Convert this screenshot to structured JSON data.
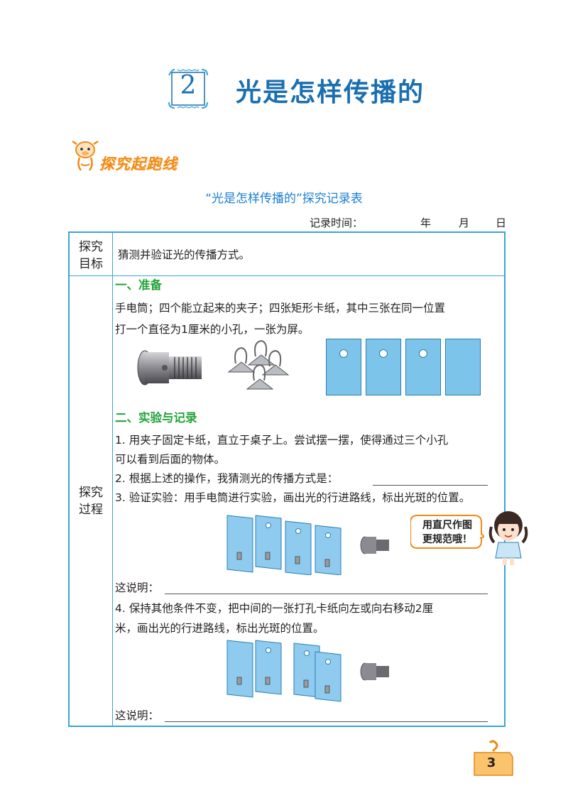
{
  "chapter": {
    "number": "2",
    "title": "光是怎样传播的"
  },
  "section_badge": "探究起跑线",
  "table_title": "“光是怎样传播的”探究记录表",
  "date": {
    "label": "记录时间：",
    "year": "年",
    "month": "月",
    "day": "日"
  },
  "rows": {
    "goal": {
      "header": [
        "探究",
        "目标"
      ],
      "content": "猜测并验证光的传播方式。"
    },
    "process": {
      "header": [
        "探究",
        "过程"
      ]
    }
  },
  "prep": {
    "heading": "一、准备",
    "text": [
      "手电筒；四个能立起来的夹子；四张矩形卡纸，其中三张在同一位置",
      "打一个直径为1厘米的小孔，一张为屏。"
    ]
  },
  "experiment": {
    "heading": "二、实验与记录",
    "step1": [
      "1.  用夹子固定卡纸，直立于桌子上。尝试摆一摆，使得通过三个小孔",
      "可以看到后面的物体。"
    ],
    "step2": "2.  根据上述的操作，我猜测光的传播方式是：",
    "step3": "3.  验证实验：用手电筒进行实验，画出光的行进路线，标出光斑的位置。",
    "explain": "这说明：",
    "step4": [
      "4.  保持其他条件不变，把中间的一张打孔卡纸向左或向右移动2厘",
      "米，画出光的行进路线，标出光斑的位置。"
    ],
    "explain2": "这说明："
  },
  "bubble": [
    "用直尺作图",
    "更规范哦！"
  ],
  "page_number": "3",
  "colors": {
    "title_blue": "#1a6fb0",
    "table_border": "#3aa3dc",
    "heading_green": "#23a33a",
    "badge_orange": "#f08a17",
    "card_blue": "#7cc4ea"
  },
  "icons": [
    "ornate-frame-icon",
    "cow-mascot-icon",
    "flashlight-icon",
    "binder-clip-icon",
    "card-with-hole-icon",
    "girl-illustration-icon",
    "speech-bubble-icon",
    "page-tag-icon"
  ]
}
